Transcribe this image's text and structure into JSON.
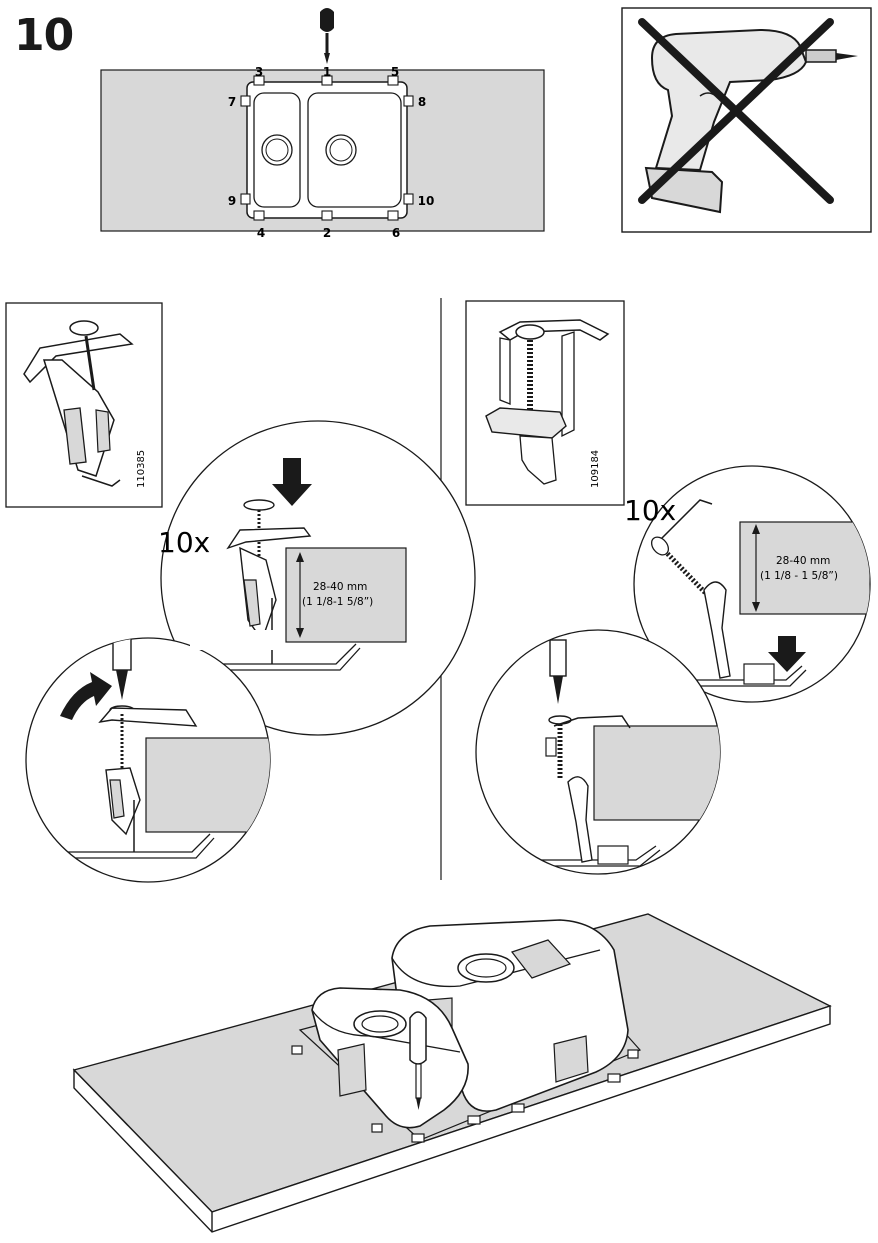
{
  "step": {
    "number": "10"
  },
  "top_diagram": {
    "clip_numbers": [
      {
        "id": "1",
        "label": "1"
      },
      {
        "id": "2",
        "label": "2"
      },
      {
        "id": "3",
        "label": "3"
      },
      {
        "id": "4",
        "label": "4"
      },
      {
        "id": "5",
        "label": "5"
      },
      {
        "id": "6",
        "label": "6"
      },
      {
        "id": "7",
        "label": "7"
      },
      {
        "id": "8",
        "label": "8"
      },
      {
        "id": "9",
        "label": "9"
      },
      {
        "id": "10",
        "label": "10"
      }
    ]
  },
  "left_panel": {
    "part_code": "110385",
    "quantity": "10x",
    "dimension_mm": "28-40 mm",
    "dimension_in": "(1 1/8-1 5/8”)"
  },
  "right_panel": {
    "part_code": "109184",
    "quantity": "10x",
    "dimension_mm": "28-40 mm",
    "dimension_in": "(1 1/8 - 1 5/8”)"
  },
  "colors": {
    "countertop_gray": "#d8d8d8",
    "line": "#1a1a1a",
    "background": "#ffffff"
  },
  "icons": [
    "screwdriver-icon",
    "no-drill-icon",
    "down-arrow-icon",
    "curved-arrow-icon"
  ]
}
